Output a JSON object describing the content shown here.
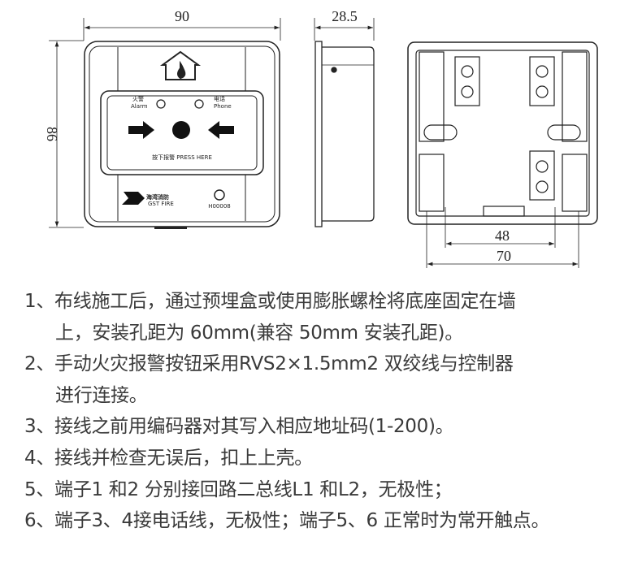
{
  "drawing": {
    "front": {
      "width_dim": "90",
      "height_dim": "86",
      "fire_label_cn": "火警",
      "fire_label_en": "Alarm",
      "phone_label_cn": "电话",
      "phone_label_en": "Phone",
      "press_label": "按下报警  PRESS HERE",
      "brand": "海湾消防",
      "brand_en": "GST FIRE",
      "cert": "H00008"
    },
    "side": {
      "depth_dim": "28.5"
    },
    "back": {
      "hole_dim_inner": "48",
      "hole_dim_outer": "70"
    }
  },
  "notes": [
    {
      "num": "1、",
      "lines": [
        "布线施工后，通过预埋盒或使用膨胀螺栓将底座固定在墙",
        "上，安装孔距为 60mm(兼容 50mm 安装孔距)。"
      ]
    },
    {
      "num": "2、",
      "lines": [
        "手动火灾报警按钮采用RVS2×1.5mm2 双绞线与控制器",
        "进行连接。"
      ]
    },
    {
      "num": "3、",
      "lines": [
        "接线之前用编码器对其写入相应地址码(1-200)。"
      ]
    },
    {
      "num": "4、",
      "lines": [
        "接线并检查无误后，扣上上壳。"
      ]
    },
    {
      "num": "5、",
      "lines": [
        "端子1 和2 分别接回路二总线L1 和L2，无极性；"
      ]
    },
    {
      "num": "6、",
      "lines": [
        "端子3、4接电话线，无极性；端子5、6 正常时为常开触点。"
      ]
    }
  ]
}
